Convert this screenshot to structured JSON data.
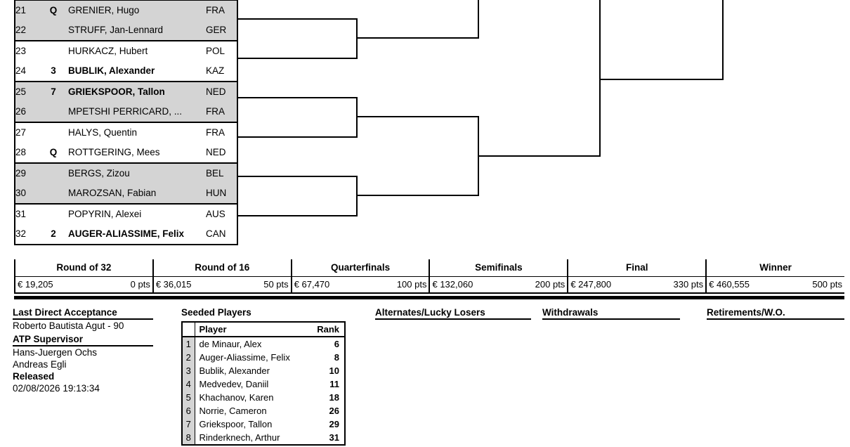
{
  "draw": {
    "rows": [
      {
        "index": "21",
        "seed": "Q",
        "name": "GRENIER, Hugo",
        "country": "FRA",
        "shaded": true,
        "bold": false
      },
      {
        "index": "22",
        "seed": "",
        "name": "STRUFF, Jan-Lennard",
        "country": "GER",
        "shaded": true,
        "bold": false
      },
      {
        "index": "23",
        "seed": "",
        "name": "HURKACZ, Hubert",
        "country": "POL",
        "shaded": false,
        "bold": false
      },
      {
        "index": "24",
        "seed": "3",
        "name": "BUBLIK, Alexander",
        "country": "KAZ",
        "shaded": false,
        "bold": true
      },
      {
        "index": "25",
        "seed": "7",
        "name": "GRIEKSPOOR, Tallon",
        "country": "NED",
        "shaded": true,
        "bold": true
      },
      {
        "index": "26",
        "seed": "",
        "name": "MPETSHI PERRICARD, ...",
        "country": "FRA",
        "shaded": true,
        "bold": false
      },
      {
        "index": "27",
        "seed": "",
        "name": "HALYS, Quentin",
        "country": "FRA",
        "shaded": false,
        "bold": false
      },
      {
        "index": "28",
        "seed": "Q",
        "name": "ROTTGERING, Mees",
        "country": "NED",
        "shaded": false,
        "bold": false
      },
      {
        "index": "29",
        "seed": "",
        "name": "BERGS, Zizou",
        "country": "BEL",
        "shaded": true,
        "bold": false
      },
      {
        "index": "30",
        "seed": "",
        "name": "MAROZSAN, Fabian",
        "country": "HUN",
        "shaded": true,
        "bold": false
      },
      {
        "index": "31",
        "seed": "",
        "name": "POPYRIN, Alexei",
        "country": "AUS",
        "shaded": false,
        "bold": false
      },
      {
        "index": "32",
        "seed": "2",
        "name": "AUGER-ALIASSIME, Felix",
        "country": "CAN",
        "shaded": false,
        "bold": true
      }
    ]
  },
  "prize": {
    "rounds": [
      {
        "label": "Round of 32",
        "money": "€ 19,205",
        "points": "0 pts"
      },
      {
        "label": "Round of 16",
        "money": "€ 36,015",
        "points": "50 pts"
      },
      {
        "label": "Quarterfinals",
        "money": "€ 67,470",
        "points": "100 pts"
      },
      {
        "label": "Semifinals",
        "money": "€ 132,060",
        "points": "200 pts"
      },
      {
        "label": "Final",
        "money": "€ 247,800",
        "points": "330 pts"
      },
      {
        "label": "Winner",
        "money": "€ 460,555",
        "points": "500 pts"
      }
    ]
  },
  "info": {
    "last_direct_acceptance": {
      "heading": "Last Direct Acceptance",
      "value": "Roberto Bautista Agut - 90"
    },
    "atp_supervisor": {
      "heading": "ATP Supervisor",
      "names": [
        "Hans-Juergen Ochs",
        "Andreas Egli"
      ]
    },
    "released": {
      "heading": "Released",
      "timestamp": "02/08/2026 19:13:34"
    },
    "alternates": {
      "heading": "Alternates/Lucky Losers"
    },
    "withdrawals": {
      "heading": "Withdrawals"
    },
    "retirements": {
      "heading": "Retirements/W.O."
    }
  },
  "seeded": {
    "heading": "Seeded Players",
    "columns": {
      "num": "",
      "player": "Player",
      "rank": "Rank"
    },
    "rows": [
      {
        "num": "1",
        "player": "de Minaur, Alex",
        "rank": "6"
      },
      {
        "num": "2",
        "player": "Auger-Aliassime, Felix",
        "rank": "8"
      },
      {
        "num": "3",
        "player": "Bublik, Alexander",
        "rank": "10"
      },
      {
        "num": "4",
        "player": "Medvedev, Daniil",
        "rank": "11"
      },
      {
        "num": "5",
        "player": "Khachanov, Karen",
        "rank": "18"
      },
      {
        "num": "6",
        "player": "Norrie, Cameron",
        "rank": "26"
      },
      {
        "num": "7",
        "player": "Griekspoor, Tallon",
        "rank": "29"
      },
      {
        "num": "8",
        "player": "Rinderknech, Arthur",
        "rank": "31"
      }
    ]
  },
  "colors": {
    "shade": "#d4d4d4",
    "line": "#000000",
    "background": "#ffffff"
  }
}
